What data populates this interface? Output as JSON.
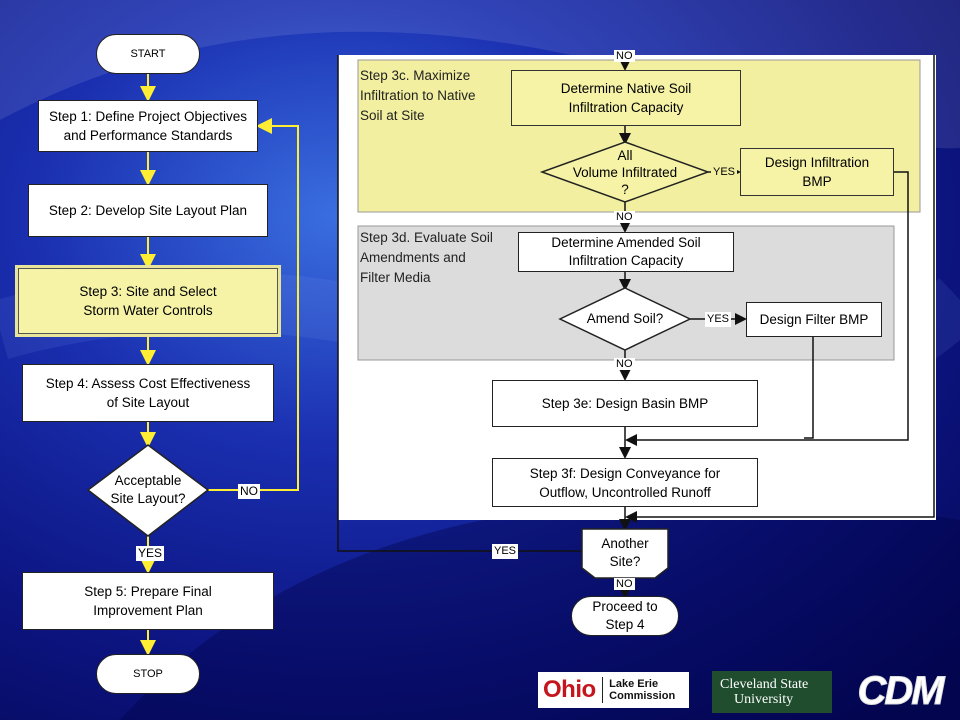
{
  "left_flow": {
    "start": "START",
    "step1": [
      "Step 1: Define Project Objectives",
      "and Performance Standards"
    ],
    "step2": "Step 2: Develop Site Layout Plan",
    "step3": [
      "Step 3: Site and Select",
      "Storm Water Controls"
    ],
    "step4": [
      "Step 4: Assess Cost Effectiveness",
      "of Site Layout"
    ],
    "decision": [
      "Acceptable",
      "Site Layout?"
    ],
    "no_label": "NO",
    "yes_label": "YES",
    "step5": [
      "Step 5: Prepare Final",
      "Improvement Plan"
    ],
    "stop": "STOP"
  },
  "right_flow": {
    "top_no": "NO",
    "step3c_title": [
      "Step 3c. Maximize",
      "Infiltration to Native",
      "Soil at Site"
    ],
    "determine_native": [
      "Determine Native Soil",
      "Infiltration Capacity"
    ],
    "all_volume": [
      "All",
      "Volume Infiltrated",
      "?"
    ],
    "yes1": "YES",
    "design_infiltration": [
      "Design Infiltration",
      "BMP"
    ],
    "no2": "NO",
    "step3d_title": [
      "Step 3d. Evaluate Soil",
      "Amendments and",
      "Filter Media"
    ],
    "determine_amended": [
      "Determine Amended Soil",
      "Infiltration Capacity"
    ],
    "amend_soil": "Amend Soil?",
    "yes2": "YES",
    "design_filter": "Design Filter BMP",
    "no3": "NO",
    "step3e": "Step 3e: Design Basin BMP",
    "step3f": [
      "Step 3f: Design Conveyance for",
      "Outflow, Uncontrolled Runoff"
    ],
    "another_site": [
      "Another",
      "Site?"
    ],
    "yes3": "YES",
    "no4": "NO",
    "proceed": [
      "Proceed to",
      "Step 4"
    ]
  },
  "logos": {
    "ohio": "Ohio",
    "lake_erie": [
      "Lake Erie",
      "Commission"
    ],
    "csu": [
      "Cleveland State",
      "University"
    ],
    "cdm": "CDM"
  },
  "colors": {
    "yellow_fill": "#f6f3a6",
    "grey_fill": "#dcdcdc",
    "connector": "#ffee33",
    "background_dark": "#0a0a6e"
  }
}
